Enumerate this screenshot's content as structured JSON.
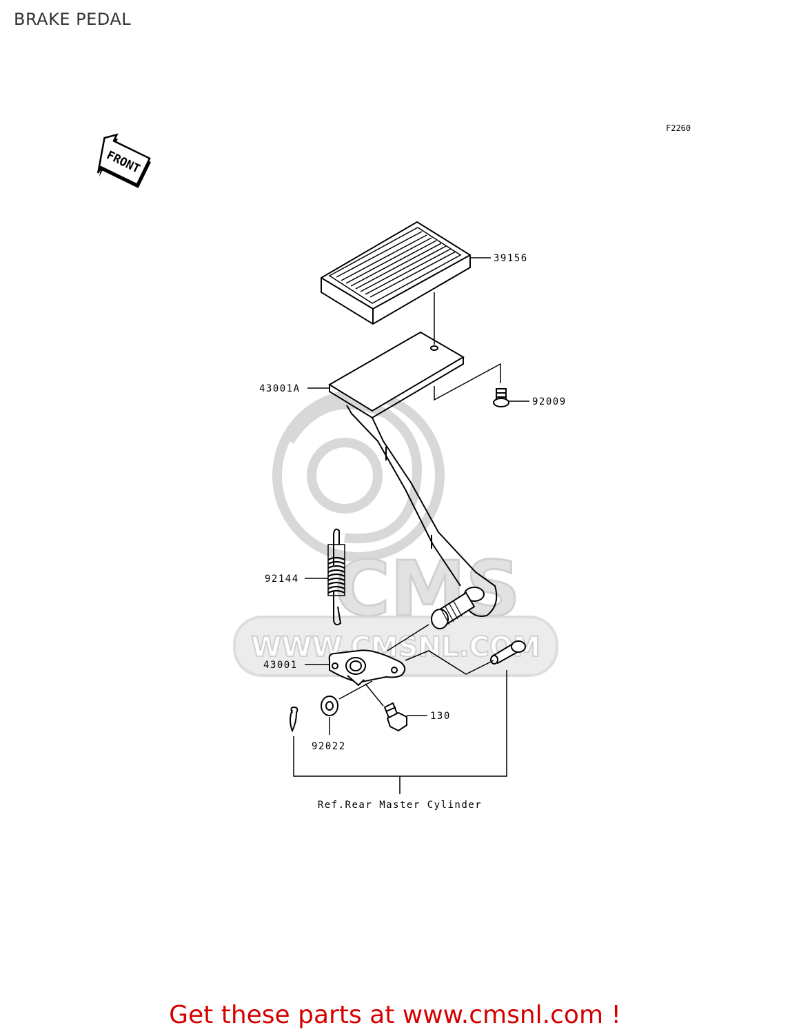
{
  "header": {
    "title": "BRAKE PEDAL"
  },
  "diagram": {
    "figure_code": "F2260",
    "direction_label": "FRONT",
    "parts": [
      {
        "number": "39156"
      },
      {
        "number": "43001A"
      },
      {
        "number": "92009"
      },
      {
        "number": "92144"
      },
      {
        "number": "43001"
      },
      {
        "number": "130"
      },
      {
        "number": "92022"
      }
    ],
    "reference_note": "Ref.Rear Master Cylinder",
    "watermark_text": "WWW.CMSNL.COM",
    "watermark_logo": "CMS"
  },
  "footer": {
    "link_text": "Get these parts at www.cmsnl.com !"
  },
  "colors": {
    "line": "#000000",
    "watermark": "#d8d8d8",
    "link": "#d40000",
    "title": "#333333"
  }
}
